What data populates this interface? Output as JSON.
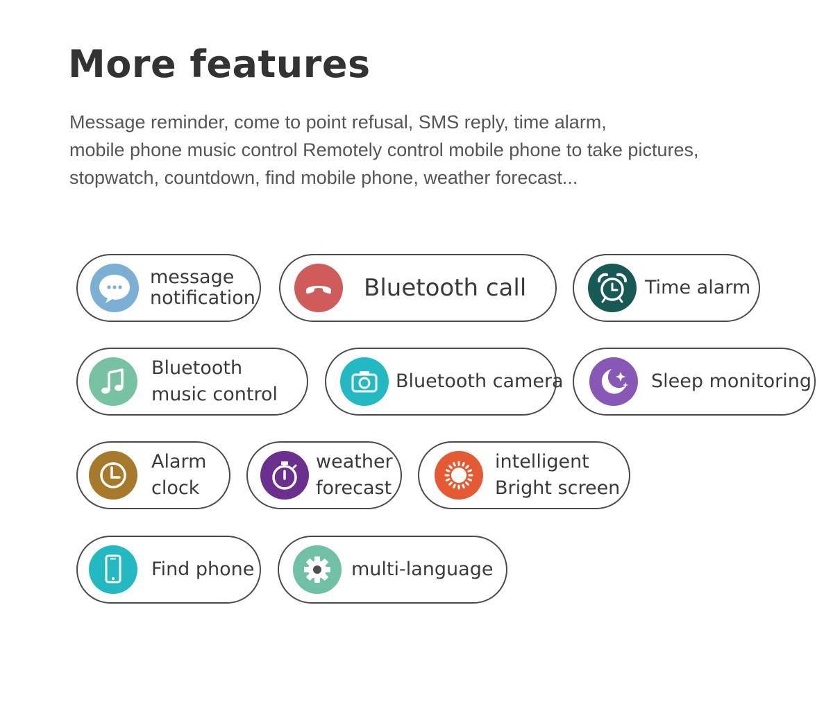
{
  "header": {
    "title": "More features",
    "description_lines": [
      "Message reminder, come to point refusal, SMS reply, time alarm,",
      "mobile phone music control Remotely control mobile phone to take pictures,",
      "stopwatch, countdown, find mobile phone, weather forecast..."
    ]
  },
  "features": {
    "message": {
      "lines": [
        "message",
        "notification"
      ],
      "icon": "chat-bubble-icon",
      "color": "#7bafd4"
    },
    "call": {
      "lines": [
        "Bluetooth call"
      ],
      "icon": "phone-hangup-icon",
      "color": "#cf5b5b"
    },
    "time_alarm": {
      "lines": [
        "Time alarm"
      ],
      "icon": "alarm-clock-icon",
      "color": "#175a55"
    },
    "music": {
      "lines": [
        "Bluetooth",
        "music control"
      ],
      "icon": "music-note-icon",
      "color": "#78c2a4"
    },
    "camera": {
      "lines": [
        "Bluetooth camera"
      ],
      "icon": "camera-icon",
      "color": "#22b9c3"
    },
    "sleep": {
      "lines": [
        "Sleep monitoring"
      ],
      "icon": "moon-stars-icon",
      "color": "#8758b5"
    },
    "alarm_clock": {
      "lines": [
        "Alarm",
        "clock"
      ],
      "icon": "clock-icon",
      "color": "#a7792a"
    },
    "weather": {
      "lines": [
        "weather",
        "forecast"
      ],
      "icon": "stopwatch-icon",
      "color": "#6b2f8e"
    },
    "bright": {
      "lines": [
        "intelligent",
        "Bright screen"
      ],
      "icon": "sun-icon",
      "color": "#e55a32"
    },
    "find_phone": {
      "lines": [
        "Find phone"
      ],
      "icon": "smartphone-icon",
      "color": "#22b9c3"
    },
    "language": {
      "lines": [
        "multi-language"
      ],
      "icon": "gear-icon",
      "color": "#6fc0a4"
    }
  }
}
